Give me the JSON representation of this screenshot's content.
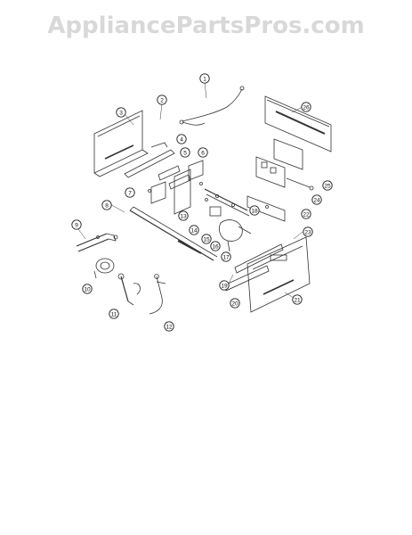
{
  "watermark": {
    "text": "AppliancePartsPros.com",
    "color": "#d8d8d8"
  },
  "diagram": {
    "kind": "exploded parts diagram",
    "line_color": "#333333",
    "callouts": [
      {
        "id": "c1",
        "label": "1"
      },
      {
        "id": "c2",
        "label": "2"
      },
      {
        "id": "c3",
        "label": "3"
      },
      {
        "id": "c4",
        "label": "4"
      },
      {
        "id": "c5",
        "label": "5"
      },
      {
        "id": "c6",
        "label": "6"
      },
      {
        "id": "c7",
        "label": "7"
      },
      {
        "id": "c8",
        "label": "8"
      },
      {
        "id": "c9",
        "label": "9"
      },
      {
        "id": "c10",
        "label": "10"
      },
      {
        "id": "c11",
        "label": "11"
      },
      {
        "id": "c12",
        "label": "12"
      },
      {
        "id": "c13",
        "label": "13"
      },
      {
        "id": "c14",
        "label": "14"
      },
      {
        "id": "c15",
        "label": "15"
      },
      {
        "id": "c16",
        "label": "16"
      },
      {
        "id": "c17",
        "label": "17"
      },
      {
        "id": "c18",
        "label": "18"
      },
      {
        "id": "c19",
        "label": "19"
      },
      {
        "id": "c20",
        "label": "20"
      },
      {
        "id": "c21",
        "label": "21"
      },
      {
        "id": "c22",
        "label": "22"
      },
      {
        "id": "c23",
        "label": "23"
      },
      {
        "id": "c24",
        "label": "24"
      },
      {
        "id": "c25",
        "label": "25"
      },
      {
        "id": "c26",
        "label": "26"
      }
    ]
  }
}
